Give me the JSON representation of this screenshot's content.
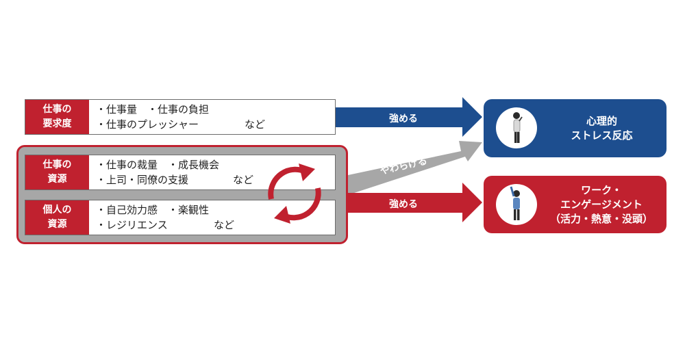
{
  "left": {
    "demands": {
      "label": [
        "仕事の",
        "要求度"
      ],
      "lines": [
        "・仕事量　・仕事の負担",
        "・仕事のプレッシャー"
      ],
      "nado": "など"
    },
    "job_resources": {
      "label": [
        "仕事の",
        "資源"
      ],
      "lines": [
        "・仕事の裁量　・成長機会",
        "・上司・同僚の支援"
      ],
      "nado": "など"
    },
    "personal_resources": {
      "label": [
        "個人の",
        "資源"
      ],
      "lines": [
        "・自己効力感　・楽観性",
        "・レジリエンス"
      ],
      "nado": "など"
    }
  },
  "arrows": {
    "strengthen_top": "強める",
    "soften": "やわらげる",
    "strengthen_bottom": "強める"
  },
  "outcomes": {
    "stress": {
      "lines": [
        "心理的",
        "ストレス反応"
      ],
      "icon": "stressed-person-icon"
    },
    "engagement": {
      "lines": [
        "ワーク・",
        "エンゲージメント",
        "（活力・熱意・没頭）"
      ],
      "icon": "energetic-person-icon"
    }
  },
  "colors": {
    "red": "#c0212f",
    "blue": "#1d4e8f",
    "gray": "#a7a7a7"
  }
}
